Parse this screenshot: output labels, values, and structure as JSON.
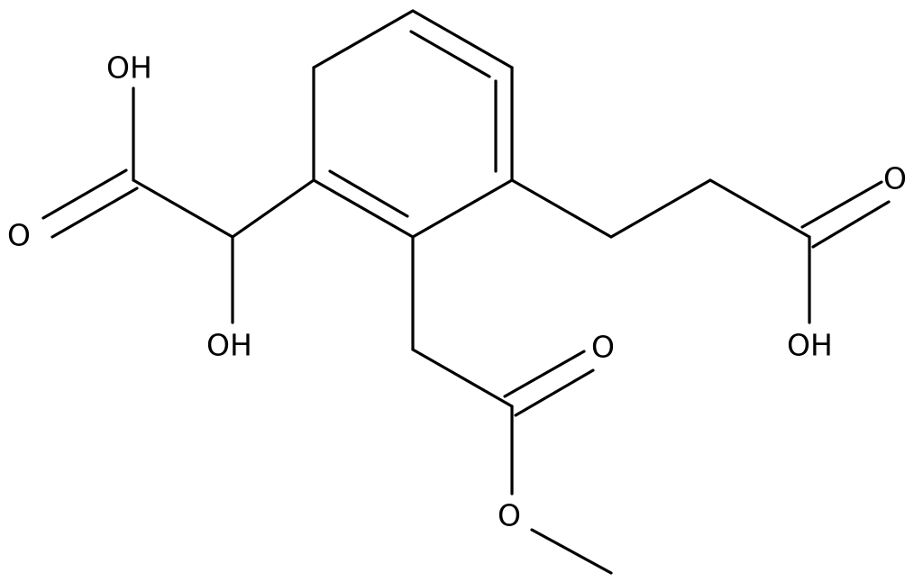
{
  "labels": {
    "oh_top_left": "OH",
    "o_left": "O",
    "oh_alpha": "OH",
    "o_ester_carbonyl": "O",
    "o_ester": "O",
    "o_right": "O",
    "oh_right": "OH"
  },
  "colors": {
    "bond": "#000000",
    "text": "#000000",
    "background": "#ffffff"
  }
}
